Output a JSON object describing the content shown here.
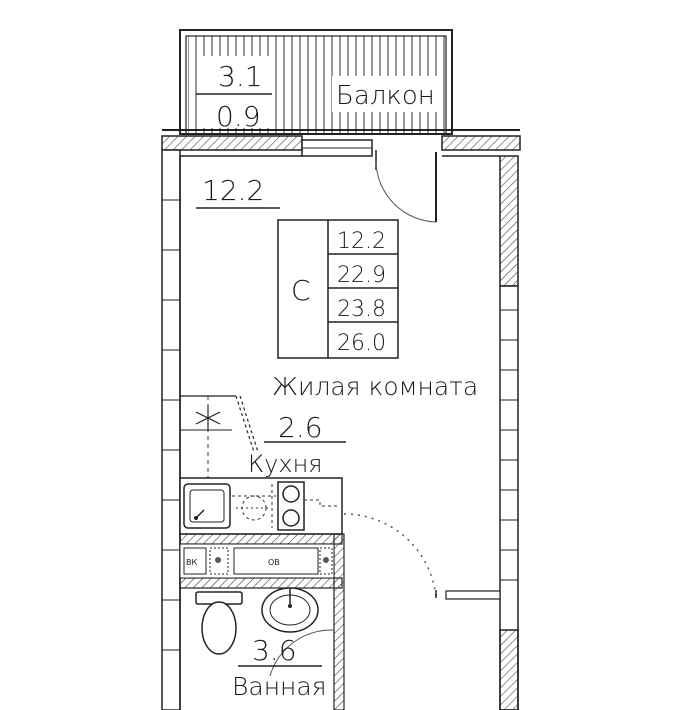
{
  "balcony": {
    "area_top": "3.1",
    "area_bottom": "0.9",
    "label": "Балкон"
  },
  "living": {
    "area": "12.2",
    "label": "Жилая комната"
  },
  "kitchen": {
    "area": "2.6",
    "label": "Кухня"
  },
  "bath": {
    "area": "3.6",
    "label": "Ванная"
  },
  "legend": {
    "letter": "С",
    "values": [
      "12.2",
      "22.9",
      "23.8",
      "26.0"
    ]
  },
  "appliances": {
    "washer": "ВК",
    "boiler": "ОВ"
  }
}
